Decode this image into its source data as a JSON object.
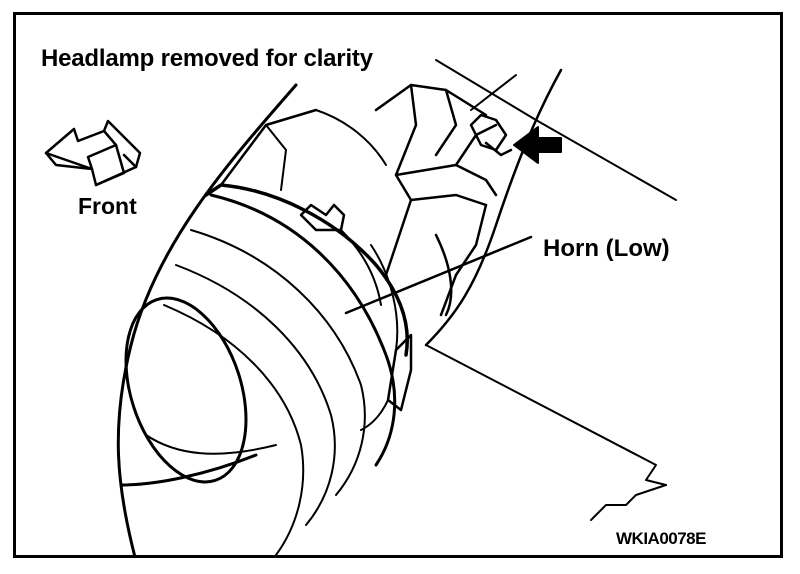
{
  "figure": {
    "title": "Headlamp removed for clarity",
    "direction_label": "Front",
    "callouts": [
      {
        "label": "Horn (Low)"
      }
    ],
    "figure_code": "WKIA0078E",
    "icons": [
      "front-arrow-icon",
      "pointer-arrow-icon"
    ],
    "colors": {
      "ink": "#000000",
      "paper": "#ffffff"
    }
  }
}
